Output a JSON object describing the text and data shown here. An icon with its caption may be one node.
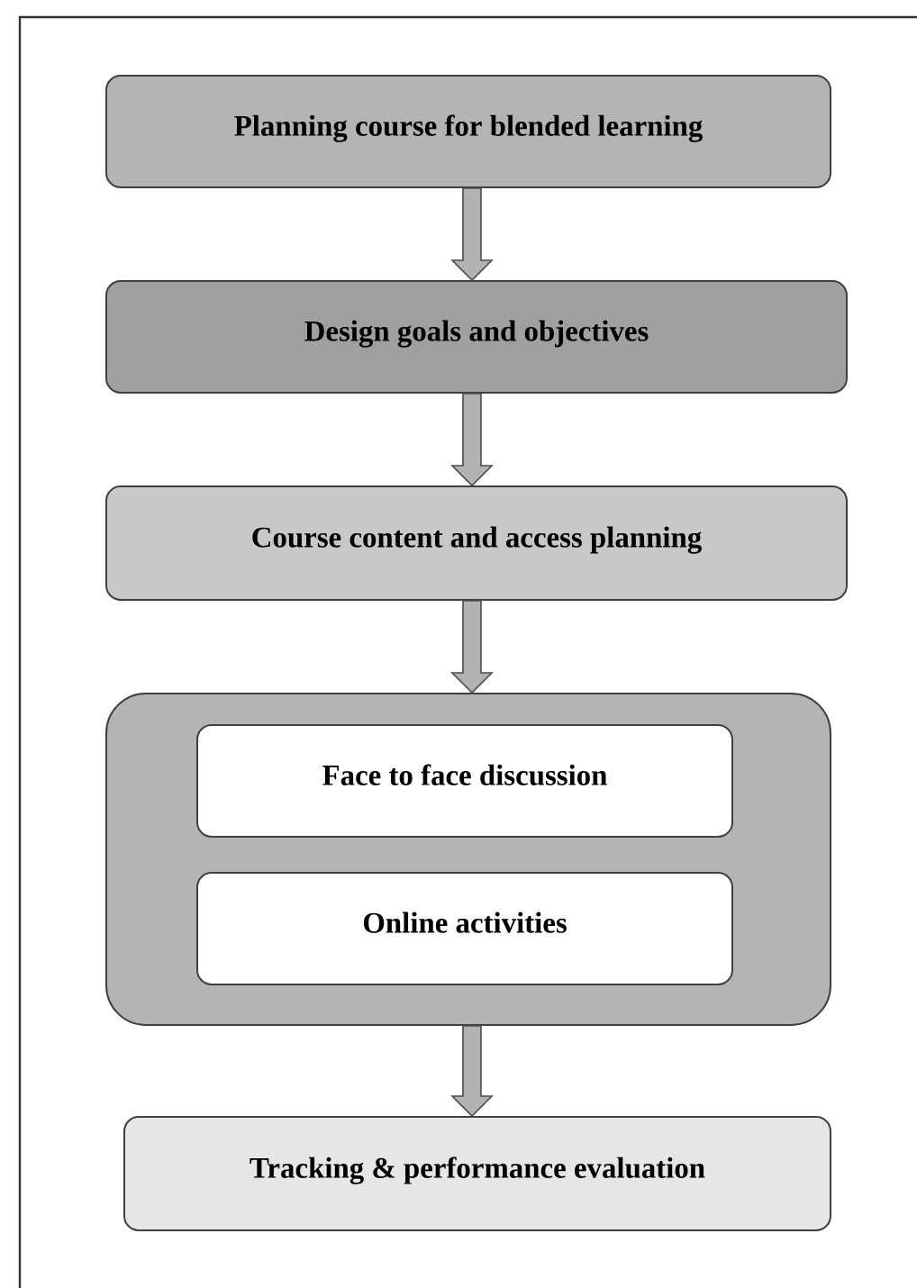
{
  "diagram": {
    "nodes": [
      {
        "text": [
          "Planning course for blended learning"
        ]
      },
      {
        "text": [
          "Design goals and objectives"
        ]
      },
      {
        "text": [
          "Course content and access planning"
        ]
      },
      {
        "text": [],
        "shape": "box"
      },
      {
        "text": [
          "Face to face discussion"
        ],
        "in": 3
      },
      {
        "text": [
          "Online activities"
        ],
        "in": 3
      },
      {
        "text": [
          "Tracking & performance evaluation"
        ]
      }
    ],
    "edges": [
      {
        "from": 0,
        "to": 1,
        "arrow": "to"
      },
      {
        "from": 1,
        "to": 2,
        "arrow": "to"
      },
      {
        "from": 2,
        "to": 3,
        "arrow": "to"
      },
      {
        "from": 3,
        "to": 6,
        "arrow": "to"
      }
    ]
  }
}
